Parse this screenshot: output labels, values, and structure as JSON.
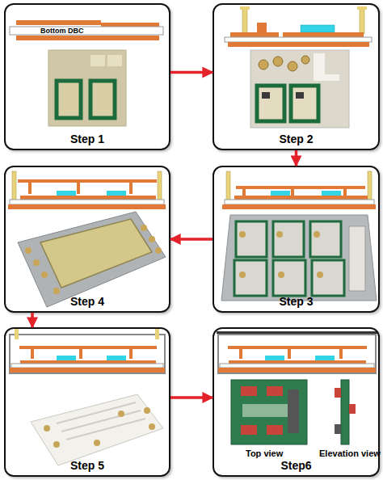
{
  "diagram": {
    "nodes": [
      {
        "text": [
          "Step 1"
        ]
      },
      {
        "text": [
          "Step 2"
        ]
      },
      {
        "text": [
          "Step 3"
        ]
      },
      {
        "text": [
          "Step 4"
        ]
      },
      {
        "text": [
          "Step 5"
        ]
      },
      {
        "text": [
          "Step6"
        ]
      }
    ],
    "edges": [
      {
        "from": 0,
        "to": 1,
        "arrow": "to"
      },
      {
        "from": 1,
        "to": 2,
        "arrow": "to"
      },
      {
        "from": 2,
        "to": 3,
        "arrow": "to"
      },
      {
        "from": 3,
        "to": 4,
        "arrow": "to"
      },
      {
        "from": 4,
        "to": 5,
        "arrow": "to"
      }
    ],
    "labels": [
      "Bottom DBC",
      "Top view",
      "Elevation view"
    ]
  }
}
